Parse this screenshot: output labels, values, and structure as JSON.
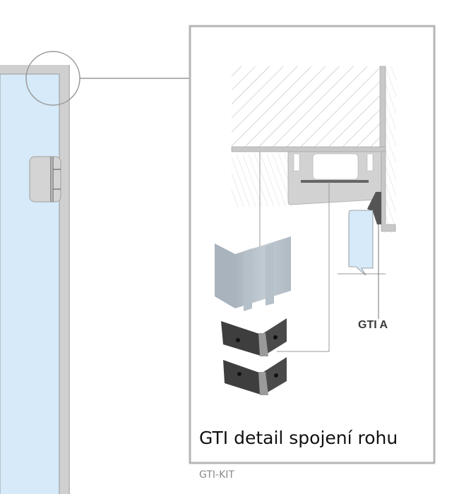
{
  "detail_box": {
    "caption": "GTI detail spojení rohu",
    "label": "GTI A"
  },
  "footer": {
    "product_code": "GTI-KIT"
  },
  "colors": {
    "glass": "#d6eaf9",
    "frame": "#d0d0d0",
    "box_border": "#b5b5b5",
    "bracket_dark": "#4a4a4a"
  }
}
